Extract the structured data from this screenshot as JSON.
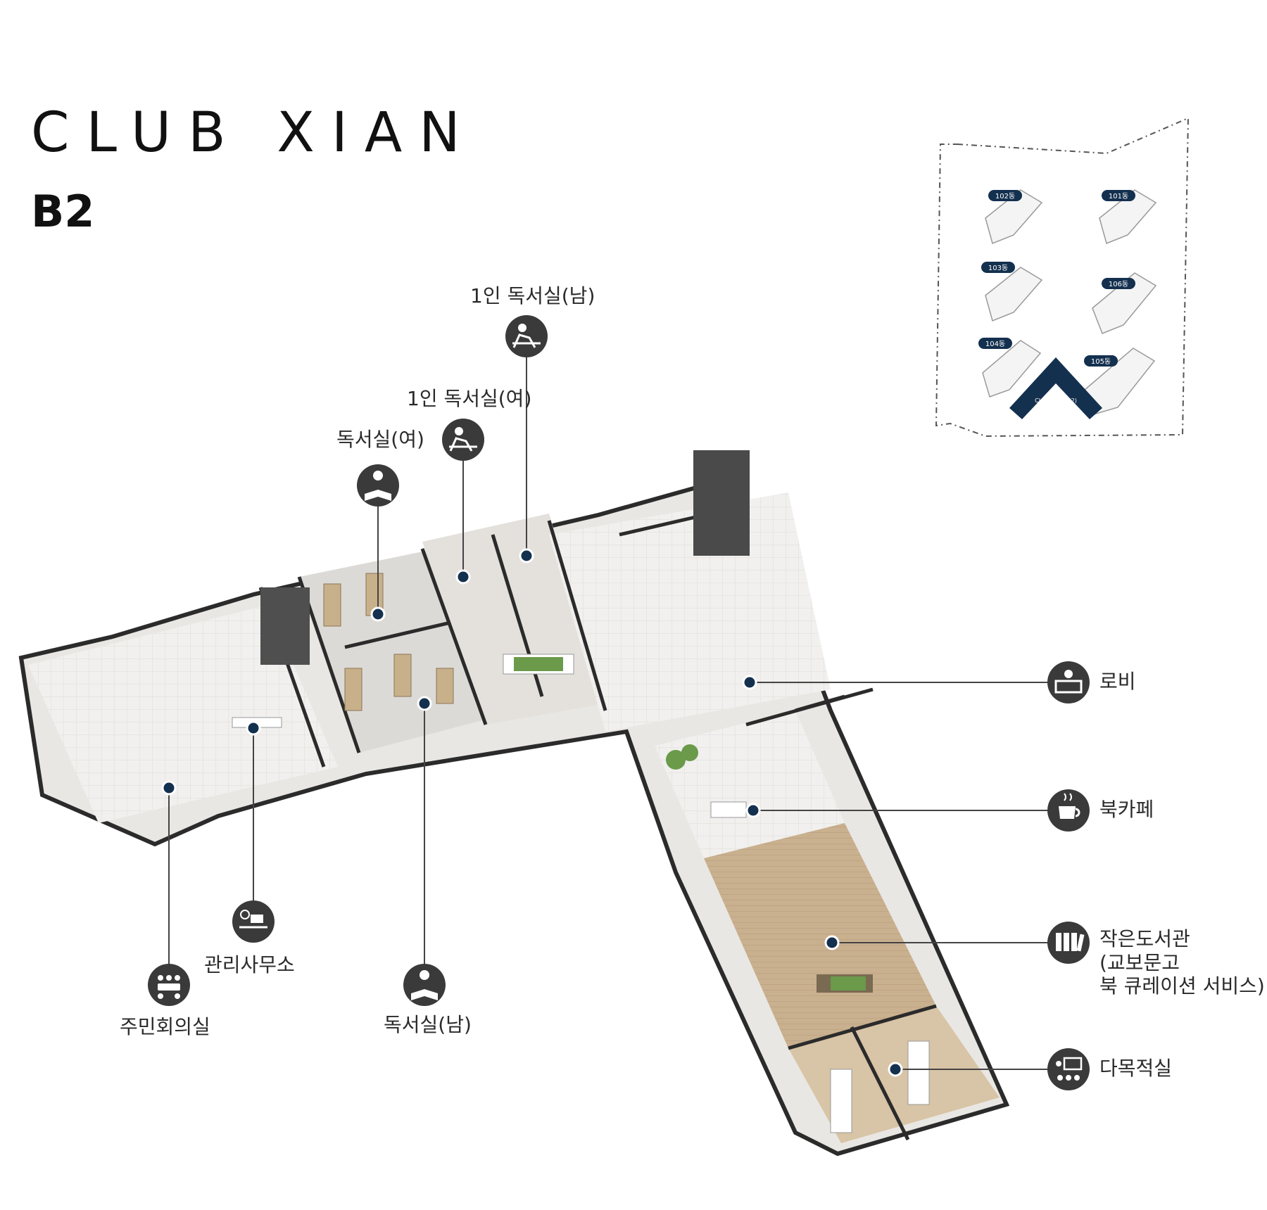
{
  "title": "CLUB XIAN",
  "level": "B2",
  "colors": {
    "navy": "#14304f",
    "icon_bg": "#3a3a3a",
    "wall": "#2b2b2b"
  },
  "site_plan": {
    "buildings": [
      "102동",
      "101동",
      "103동",
      "106동",
      "104동",
      "105동"
    ],
    "club_label": "CLUB XIAN(B2)"
  },
  "facilities": {
    "single_reading_m": {
      "label": "1인 독서실(남)",
      "icon": "reading-desk-icon"
    },
    "single_reading_f": {
      "label": "1인 독서실(여)",
      "icon": "reading-desk-icon"
    },
    "reading_f": {
      "label": "독서실(여)",
      "icon": "book-reader-icon"
    },
    "reading_m": {
      "label": "독서실(남)",
      "icon": "book-reader-icon"
    },
    "management": {
      "label": "관리사무소",
      "icon": "office-icon"
    },
    "meeting": {
      "label": "주민회의실",
      "icon": "meeting-table-icon"
    },
    "lobby": {
      "label": "로비",
      "icon": "reception-icon"
    },
    "book_cafe": {
      "label": "북카페",
      "icon": "coffee-cup-icon"
    },
    "library": {
      "label": "작은도서관\n(교보문고\n북 큐레이션 서비스)",
      "icon": "books-icon"
    },
    "multipurpose": {
      "label": "다목적실",
      "icon": "presentation-icon"
    }
  }
}
